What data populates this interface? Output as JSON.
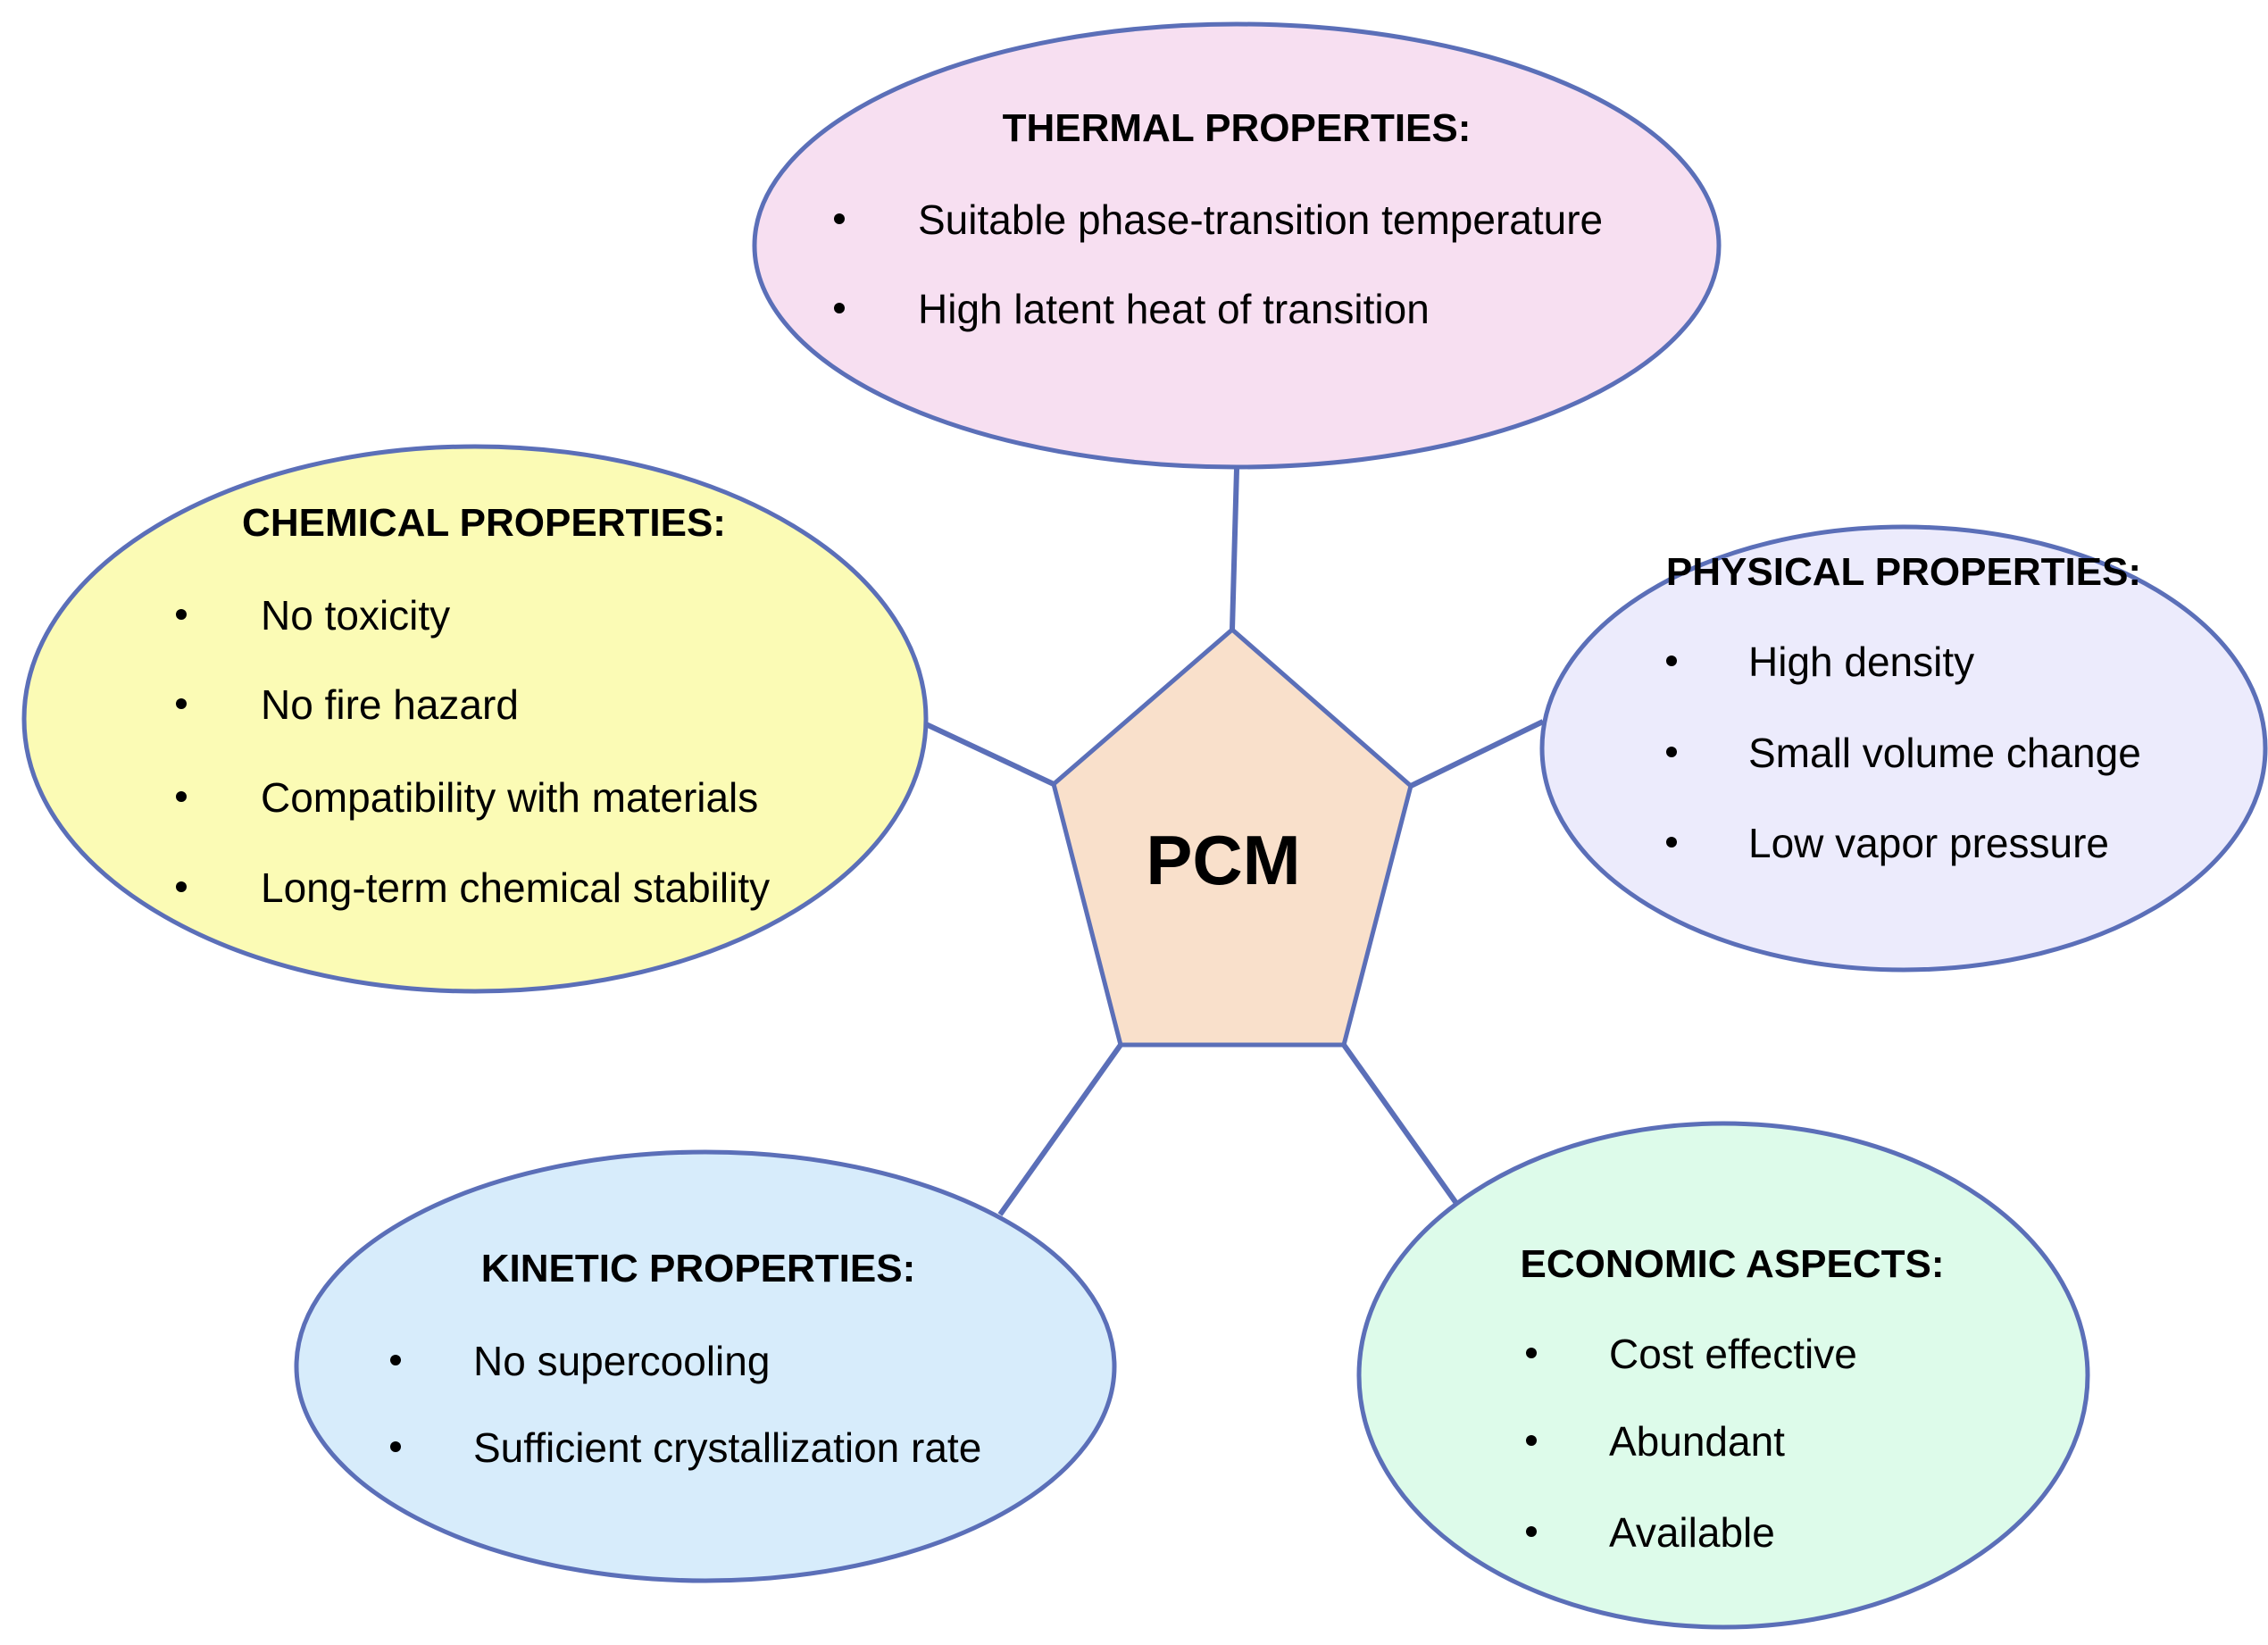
{
  "center": {
    "label": "PCM",
    "fill": "#f9e0cb"
  },
  "outline_color": "#5b6fb8",
  "groups": {
    "thermal": {
      "title": "THERMAL PROPERTIES:",
      "fill": "#f7dff1",
      "items": [
        "Suitable phase-transition temperature",
        "High latent heat of transition"
      ]
    },
    "chemical": {
      "title": "CHEMICAL PROPERTIES:",
      "fill": "#fbfbb5",
      "items": [
        "No toxicity",
        "No fire hazard",
        "Compatibility with materials",
        "Long-term chemical stability"
      ]
    },
    "physical": {
      "title": "PHYSICAL PROPERTIES:",
      "fill": "#ecebfc",
      "items": [
        "High density",
        "Small volume change",
        "Low vapor pressure"
      ]
    },
    "kinetic": {
      "title": "KINETIC PROPERTIES:",
      "fill": "#d7ecfb",
      "items": [
        "No supercooling",
        "Sufficient crystallization rate"
      ]
    },
    "economic": {
      "title": "ECONOMIC ASPECTS:",
      "fill": "#ddfbea",
      "items": [
        "Cost effective",
        "Abundant",
        "Available"
      ]
    }
  }
}
